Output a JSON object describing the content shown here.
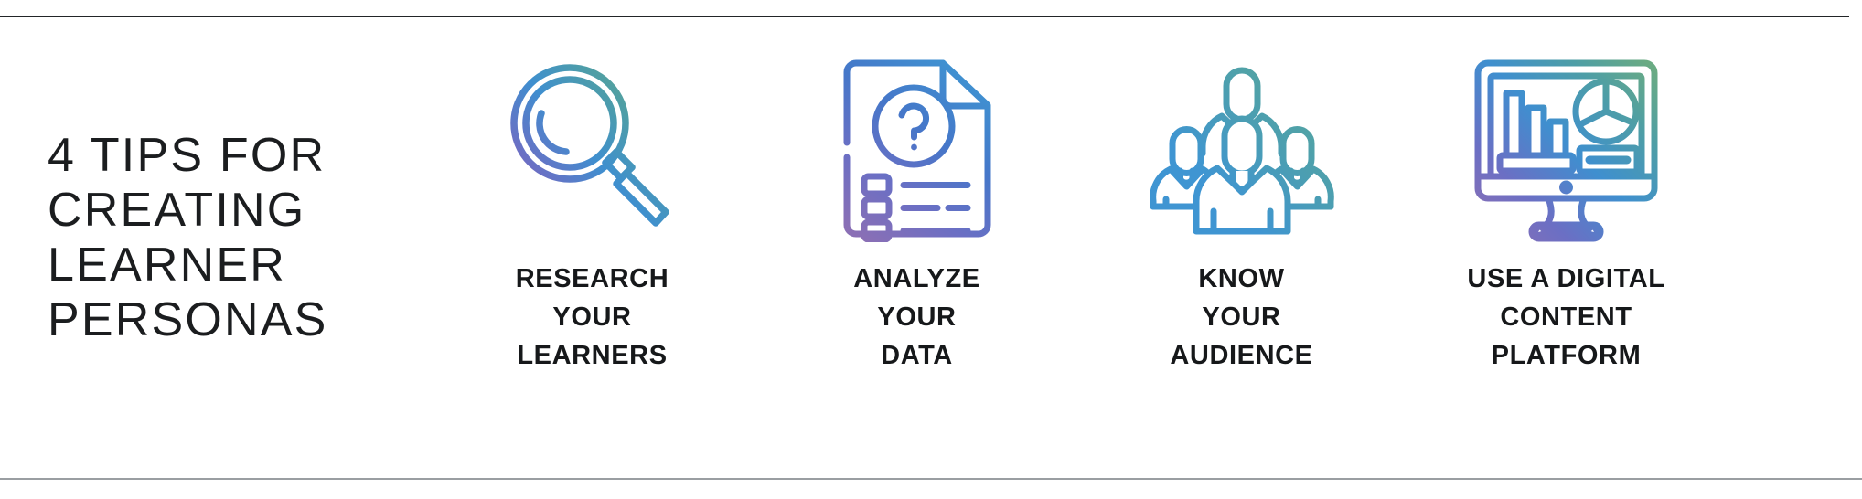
{
  "headline": {
    "lines": [
      "4 TIPS FOR",
      "CREATING",
      "LEARNER",
      "PERSONAS"
    ],
    "full_text": "4 TIPS FOR CREATING LEARNER PERSONAS"
  },
  "colors": {
    "background": "#ffffff",
    "text": "#16181a",
    "rule_top": "#222528",
    "rule_bottom": "#9a9ea2",
    "gradient_purple": "#8a6fb5",
    "gradient_violet": "#6b6fc4",
    "gradient_blue": "#3f8fcf",
    "gradient_teal": "#4e9ea6",
    "gradient_green": "#6aab83"
  },
  "tips": [
    {
      "index": 1,
      "icon": "magnifying-glass-icon",
      "label_lines": [
        "RESEARCH",
        "YOUR",
        "LEARNERS"
      ],
      "label_text": "RESEARCH YOUR LEARNERS"
    },
    {
      "index": 2,
      "icon": "document-question-checklist-icon",
      "label_lines": [
        "ANALYZE",
        "YOUR",
        "DATA"
      ],
      "label_text": "ANALYZE YOUR DATA"
    },
    {
      "index": 3,
      "icon": "group-of-people-icon",
      "label_lines": [
        "KNOW",
        "YOUR",
        "AUDIENCE"
      ],
      "label_text": "KNOW YOUR AUDIENCE"
    },
    {
      "index": 4,
      "icon": "desktop-monitor-analytics-icon",
      "label_lines": [
        "USE A DIGITAL",
        "CONTENT",
        "PLATFORM"
      ],
      "label_text": "USE A DIGITAL CONTENT PLATFORM"
    }
  ]
}
